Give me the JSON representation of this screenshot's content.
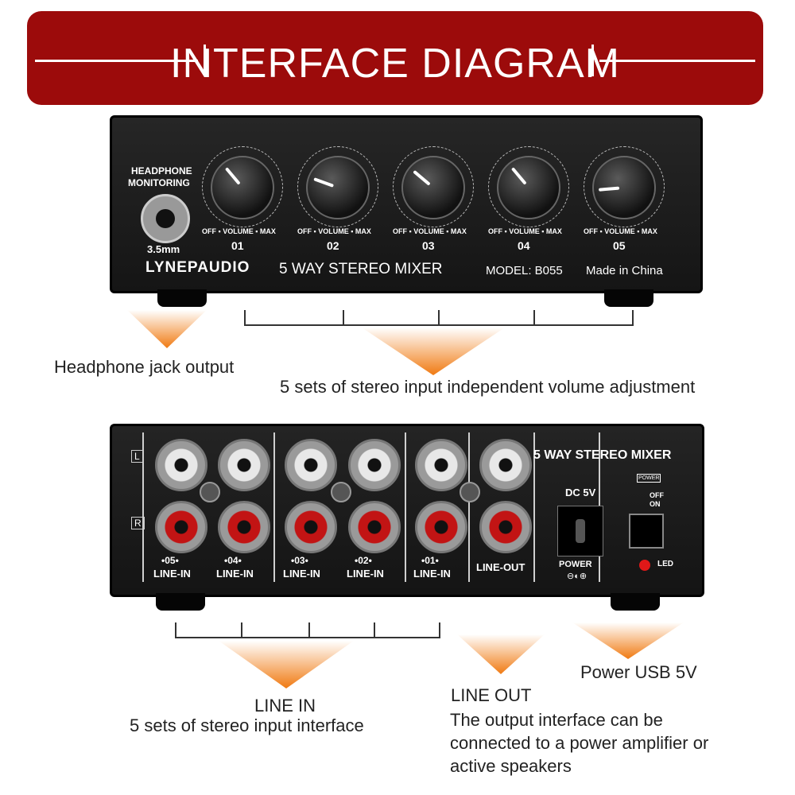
{
  "header": {
    "title": "INTERFACE DIAGRAM"
  },
  "front_panel": {
    "headphone_label_1": "HEADPHONE",
    "headphone_label_2": "MONITORING",
    "jack_size": "3.5mm",
    "knob_off": "OFF",
    "knob_volume": "VOLUME",
    "knob_max": "MAX",
    "channels": [
      "01",
      "02",
      "03",
      "04",
      "05"
    ],
    "brand": "LYNEPAUDIO",
    "product": "5 WAY STEREO MIXER",
    "model": "MODEL: B055",
    "origin": "Made in China"
  },
  "rear_panel": {
    "product": "5 WAY STEREO MIXER",
    "left_marker": "L",
    "right_marker": "R",
    "inputs": [
      {
        "number": "05",
        "label": "LINE-IN"
      },
      {
        "number": "04",
        "label": "LINE-IN"
      },
      {
        "number": "03",
        "label": "LINE-IN"
      },
      {
        "number": "02",
        "label": "LINE-IN"
      },
      {
        "number": "01",
        "label": "LINE-IN"
      }
    ],
    "line_out": "LINE-OUT",
    "dc": "DC 5V",
    "power": "POWER",
    "power_badge": "POWER",
    "off": "OFF",
    "on": "ON",
    "led": "LED"
  },
  "captions": {
    "headphone": "Headphone jack output",
    "volume": "5 sets of stereo input independent volume adjustment",
    "line_in_title": "LINE IN",
    "line_in_desc": "5 sets of stereo input interface",
    "line_out_title": "LINE OUT",
    "line_out_desc_1": "The output interface can be",
    "line_out_desc_2": "connected to a power amplifier or",
    "line_out_desc_3": "active speakers",
    "power": "Power USB 5V"
  },
  "colors": {
    "banner": "#9c0b0b",
    "arrow": "#f07a12",
    "rca_red": "#c21414"
  }
}
